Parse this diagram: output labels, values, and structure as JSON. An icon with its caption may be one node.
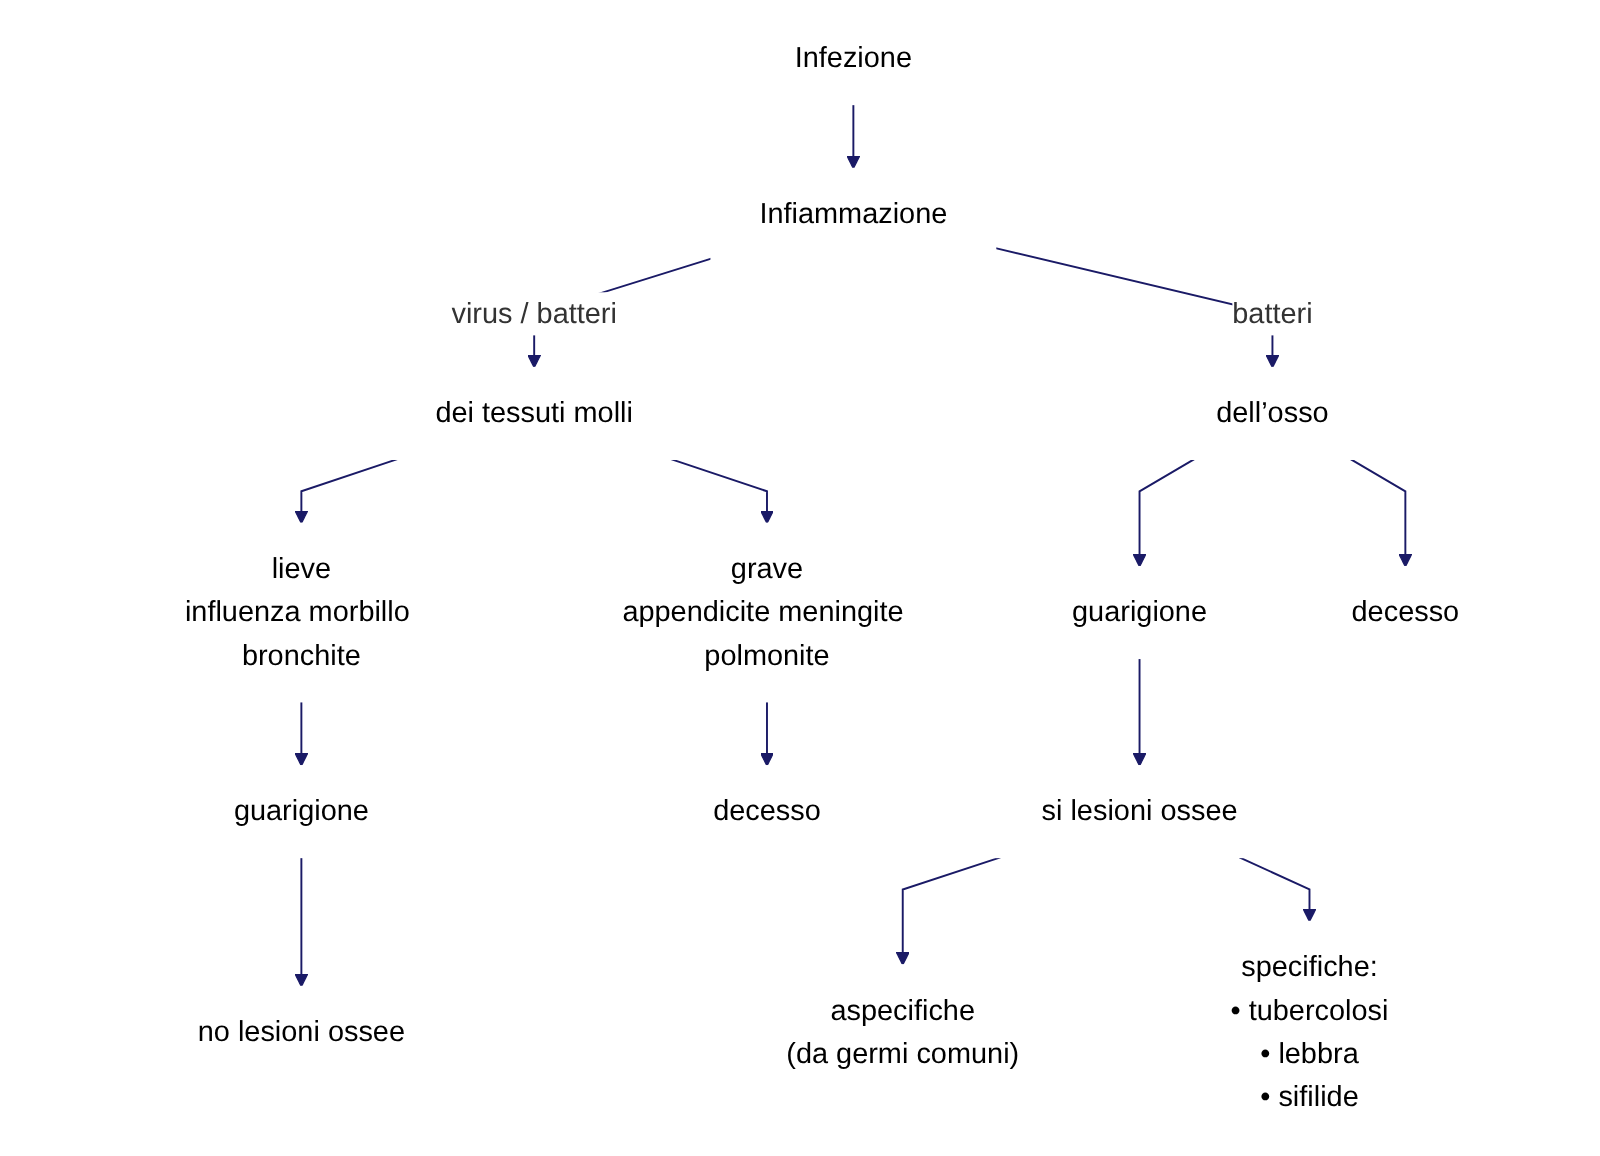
{
  "diagram": {
    "nodes": [
      {
        "text": [
          "Infezione"
        ]
      },
      {
        "text": [
          "Infiammazione"
        ]
      },
      {
        "text": [
          "dei tessuti molli"
        ]
      },
      {
        "text": [
          "dell’osso"
        ]
      },
      {
        "text": [
          "lieve",
          "influenza morbillo bronchite"
        ]
      },
      {
        "text": [
          "grave",
          "appendicite meningite polmonite"
        ]
      },
      {
        "text": [
          "guarigione"
        ]
      },
      {
        "text": [
          "decesso"
        ]
      },
      {
        "text": [
          "no lesioni ossee"
        ]
      },
      {
        "text": [
          "guarigione"
        ]
      },
      {
        "text": [
          "decesso"
        ]
      },
      {
        "text": [
          "si lesioni ossee"
        ]
      },
      {
        "text": [
          "aspecifiche",
          "(da germi comuni)"
        ]
      },
      {
        "text": [
          "specifiche:",
          "• tubercolosi",
          "• lebbra",
          "• sifilide"
        ]
      }
    ],
    "edges": [
      {
        "from": 0,
        "to": 1,
        "arrow": "to"
      },
      {
        "from": 1,
        "to": 2,
        "arrow": "to",
        "label": "virus / batteri"
      },
      {
        "from": 1,
        "to": 3,
        "arrow": "to",
        "label": "batteri"
      },
      {
        "from": 2,
        "to": 4,
        "arrow": "to"
      },
      {
        "from": 2,
        "to": 5,
        "arrow": "to"
      },
      {
        "from": 4,
        "to": 6,
        "arrow": "to"
      },
      {
        "from": 5,
        "to": 7,
        "arrow": "to"
      },
      {
        "from": 6,
        "to": 8,
        "arrow": "to"
      },
      {
        "from": 3,
        "to": 9,
        "arrow": "to"
      },
      {
        "from": 3,
        "to": 10,
        "arrow": "to"
      },
      {
        "from": 9,
        "to": 11,
        "arrow": "to"
      },
      {
        "from": 11,
        "to": 12,
        "arrow": "to"
      },
      {
        "from": 11,
        "to": 13,
        "arrow": "to"
      }
    ]
  }
}
